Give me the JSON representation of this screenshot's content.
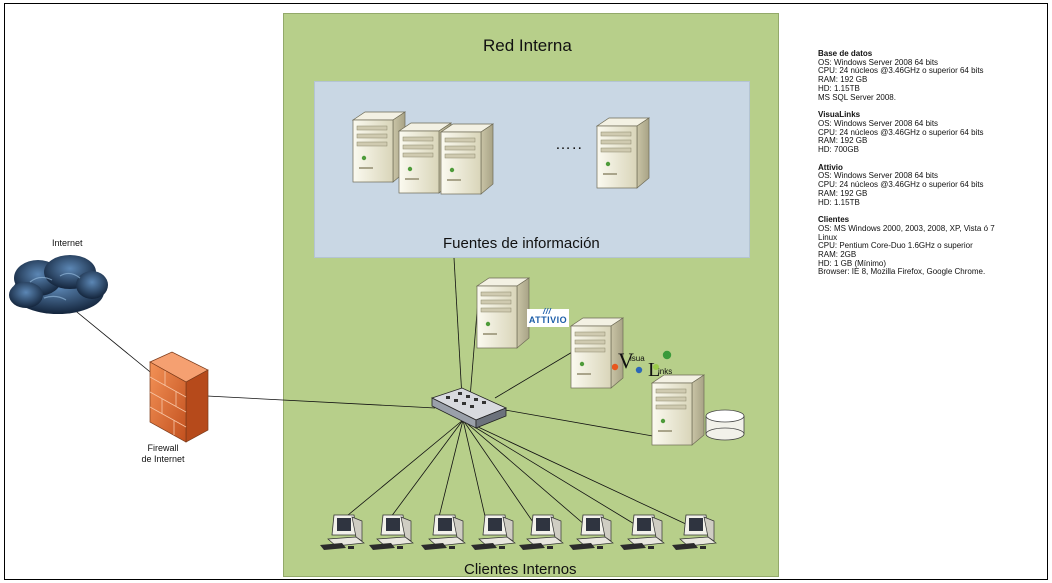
{
  "zones": {
    "red_interna": "Red Interna",
    "fuentes": "Fuentes de información",
    "clientes": "Clientes Internos"
  },
  "nodes": {
    "internet": "Internet",
    "firewall_line1": "Firewall",
    "firewall_line2": "de Internet",
    "ellipsis": "…..",
    "attivio_logo": "ATTIVIO",
    "visualinks_logo": "VisuaLinks"
  },
  "specs": [
    {
      "title": "Base de datos",
      "lines": [
        "OS: Windows Server 2008 64 bits",
        "CPU: 24 núcleos @3.46GHz o superior 64 bits",
        "RAM: 192 GB",
        "HD: 1.15TB",
        "MS SQL Server 2008."
      ]
    },
    {
      "title": "VisuaLinks",
      "lines": [
        "OS: Windows Server 2008 64 bits",
        "CPU: 24 núcleos @3.46GHz o superior 64 bits",
        "RAM: 192 GB",
        "HD: 700GB"
      ]
    },
    {
      "title": "Attivio",
      "lines": [
        "OS: Windows Server 2008 64 bits",
        "CPU: 24 núcleos @3.46GHz o superior 64 bits",
        "RAM: 192 GB",
        "HD: 1.15TB"
      ]
    },
    {
      "title": "Clientes",
      "lines": [
        "OS: MS Windows 2000, 2003, 2008, XP, Vista ó 7",
        "Linux",
        "CPU: Pentium Core-Duo 1.6GHz o superior",
        "RAM: 2GB",
        "HD: 1 GB (Mínimo)",
        "Browser: IE 8, Mozilla Firefox, Google Chrome."
      ]
    }
  ],
  "colors": {
    "red_interna_fill": "#b7cf8a",
    "fuentes_fill": "#c9d7e4",
    "server_body": "#ece9d4",
    "firewall": "#e2703a",
    "cloud": "#1f3552"
  }
}
